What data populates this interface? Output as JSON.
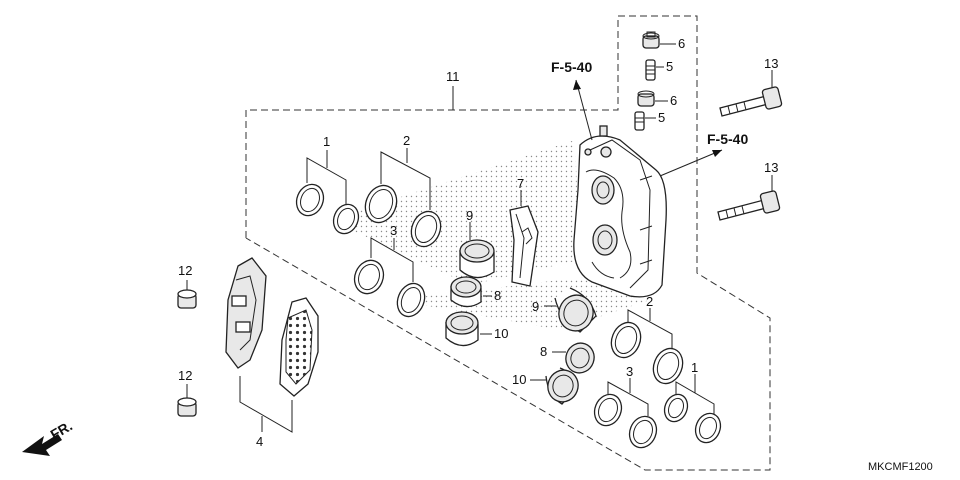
{
  "labels": {
    "p1a": "1",
    "p1b": "1",
    "p2a": "2",
    "p2b": "2",
    "p3a": "3",
    "p3b": "3",
    "p4": "4",
    "p5a": "5",
    "p5b": "5",
    "p6a": "6",
    "p6b": "6",
    "p7": "7",
    "p8a": "8",
    "p8b": "8",
    "p9a": "9",
    "p9b": "9",
    "p10a": "10",
    "p10b": "10",
    "p11": "11",
    "p12a": "12",
    "p12b": "12",
    "p13a": "13",
    "p13b": "13"
  },
  "refs": {
    "r1": "F-5-40",
    "r2": "F-5-40"
  },
  "front": "FR.",
  "code": "MKCMF1200"
}
